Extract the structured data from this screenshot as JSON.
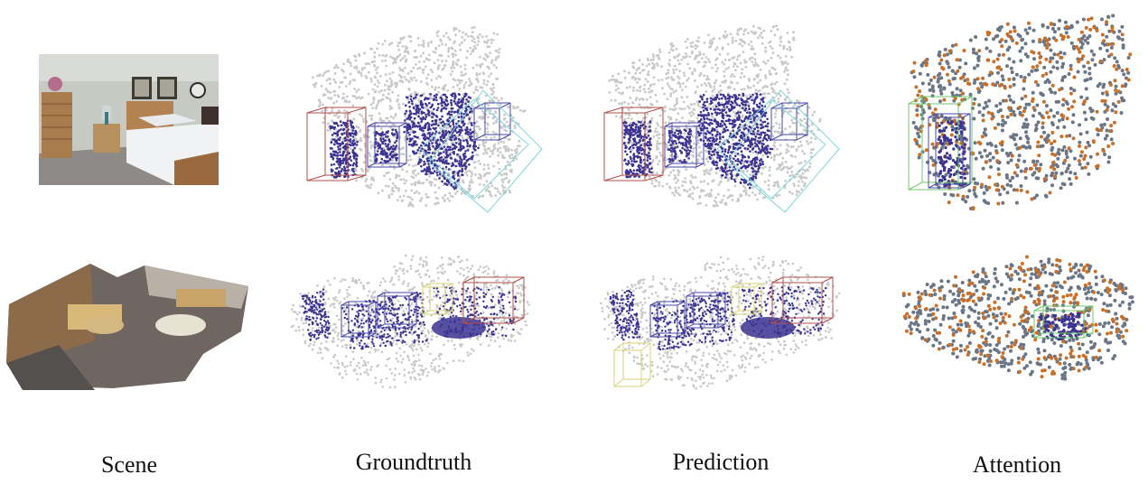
{
  "figure": {
    "columns": [
      {
        "caption": "Scene"
      },
      {
        "caption": "Groundtruth"
      },
      {
        "caption": "Prediction"
      },
      {
        "caption": "Attention"
      }
    ]
  },
  "colors": {
    "background_points": "#c9c9c9",
    "object_points": "#3b3291",
    "attention_points_gray": "#6a7685",
    "attention_points_orange": "#c8702a",
    "box_cyan": "#7fd6dc",
    "box_red": "#b0504d",
    "box_blue": "#4a4aa8",
    "box_yellow": "#d8d27a",
    "box_green": "#6ec86e",
    "photo_wall": "#c9ccc6",
    "photo_floor": "#8f8b88",
    "photo_furniture": "#b88a57"
  }
}
